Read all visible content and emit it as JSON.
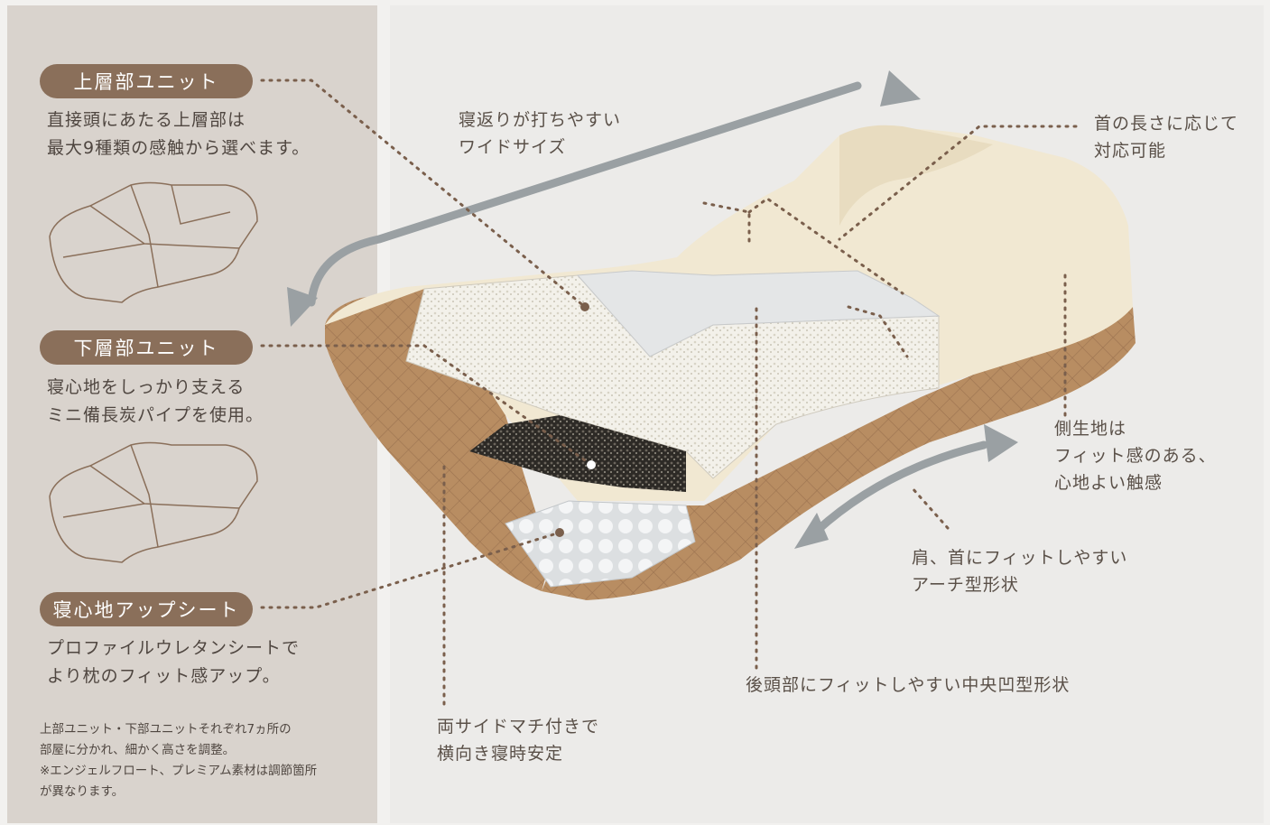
{
  "units": [
    {
      "title": "上層部ユニット",
      "desc": [
        "直接頭にあたる上層部は",
        "最大9種類の感触から選べます。"
      ]
    },
    {
      "title": "下層部ユニット",
      "desc": [
        "寝心地をしっかり支える",
        "ミニ備長炭パイプを使用。"
      ]
    },
    {
      "title": "寝心地アップシート",
      "desc": [
        "プロファイルウレタンシートで",
        "より枕のフィット感アップ。"
      ]
    }
  ],
  "notes": [
    "上部ユニット・下部ユニットそれぞれ7ヵ所の",
    "部屋に分かれ、細かく高さを調整。",
    "※エンジェルフロート、プレミアム素材は調節箇所",
    "が異なります。"
  ],
  "features": {
    "wide": [
      "寝返りが打ちやすい",
      "ワイドサイズ"
    ],
    "neck": [
      "首の長さに応じて",
      "対応可能"
    ],
    "side": [
      "側生地は",
      "フィット感のある、",
      "心地よい触感"
    ],
    "shoulder": [
      "肩、首にフィットしやすい",
      "アーチ型形状"
    ],
    "center": [
      "後頭部にフィットしやすい中央凹型形状"
    ],
    "gusset": [
      "両サイドマチ付きで",
      "横向き寝時安定"
    ]
  },
  "colors": {
    "pill": "#8a6f5a",
    "quilt": "#b88d62",
    "cover": "#f1e8d2",
    "arrow": "#9aa0a3",
    "dots": "#7a5f4c"
  }
}
